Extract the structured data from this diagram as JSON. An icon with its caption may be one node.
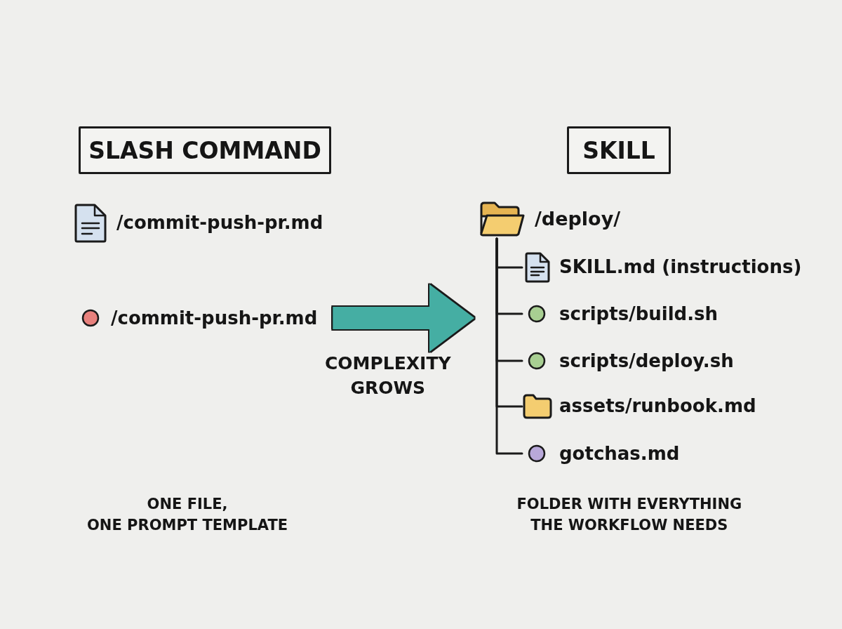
{
  "diagram": {
    "nodes": [
      {
        "text": [
          "SLASH COMMAND"
        ]
      },
      {
        "text": [
          "SKILL"
        ]
      },
      {
        "text": [
          "/deploy/"
        ]
      },
      {
        "text": [
          "SKILL.md (instructions)"
        ]
      },
      {
        "text": [
          "/commit-push-pr.md"
        ]
      },
      {
        "text": [
          "scripts/build.sh"
        ]
      },
      {
        "text": [
          "scripts/deploy.sh"
        ]
      },
      {
        "text": [
          "assets/runbook.md"
        ]
      },
      {
        "text": [
          "gotchas.md"
        ]
      }
    ],
    "edges": [
      {
        "from": 2,
        "to": 3,
        "arrow": "none"
      },
      {
        "from": 2,
        "to": 5,
        "arrow": "none"
      },
      {
        "from": 2,
        "to": 6,
        "arrow": "none"
      },
      {
        "from": 2,
        "to": 7,
        "arrow": "none"
      },
      {
        "from": 2,
        "to": 8,
        "arrow": "none"
      },
      {
        "from": 4,
        "to": null,
        "arrow": "to",
        "label": "COMPLEXITY GROWS",
        "style": "thick",
        "color": "#45aea3"
      }
    ],
    "labels": [
      "/commit-push-pr.md",
      "ONE FILE, ONE PROMPT TEMPLATE",
      "FOLDER WITH EVERYTHING THE WORKFLOW NEEDS"
    ]
  }
}
